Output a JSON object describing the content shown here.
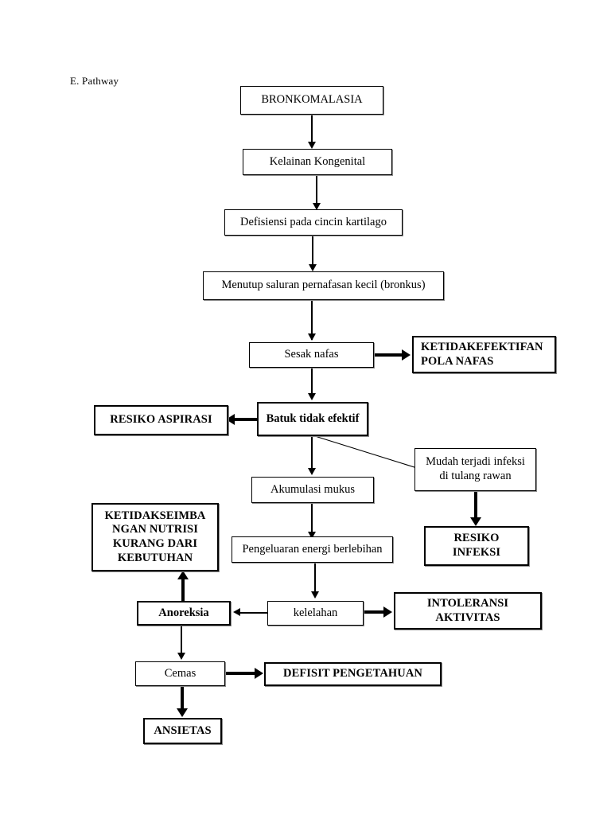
{
  "page": {
    "section_label": "E. Pathway"
  },
  "diagram": {
    "type": "flowchart",
    "title": "E. Pathway",
    "nodes": [
      {
        "id": "bronkomalasia",
        "label": "BRONKOMALASIA",
        "style": "process"
      },
      {
        "id": "kelainan",
        "label": "Kelainan Kongenital",
        "style": "process"
      },
      {
        "id": "defisiensi",
        "label": "Defisiensi pada cincin kartilago",
        "style": "process"
      },
      {
        "id": "menutup",
        "label": "Menutup saluran pernafasan kecil (bronkus)",
        "style": "process"
      },
      {
        "id": "sesak",
        "label": "Sesak nafas",
        "style": "process"
      },
      {
        "id": "ketidakefektifan",
        "label": "KETIDAKEFEKTIFAN\nPOLA NAFAS",
        "style": "diagnosis"
      },
      {
        "id": "batuk",
        "label": "Batuk tidak efektif",
        "style": "process"
      },
      {
        "id": "resiko-aspirasi",
        "label": "RESIKO ASPIRASI",
        "style": "diagnosis"
      },
      {
        "id": "mudah-infeksi",
        "label": "Mudah terjadi infeksi\ndi tulang rawan",
        "style": "process"
      },
      {
        "id": "akumulasi",
        "label": "Akumulasi mukus",
        "style": "process"
      },
      {
        "id": "resiko-infeksi",
        "label": "RESIKO\nINFEKSI",
        "style": "diagnosis"
      },
      {
        "id": "pengeluaran",
        "label": "Pengeluaran energi berlebihan",
        "style": "process"
      },
      {
        "id": "ketidakseimbangan",
        "label": "KETIDAKSEIMBA\nNGAN NUTRISI\nKURANG DARI\nKEBUTUHAN",
        "style": "diagnosis"
      },
      {
        "id": "anoreksia",
        "label": "Anoreksia",
        "style": "process"
      },
      {
        "id": "kelelahan",
        "label": "kelelahan",
        "style": "process"
      },
      {
        "id": "intoleransi",
        "label": "INTOLERANSI\nAKTIVITAS",
        "style": "diagnosis"
      },
      {
        "id": "cemas",
        "label": "Cemas",
        "style": "process"
      },
      {
        "id": "defisit",
        "label": "DEFISIT PENGETAHUAN",
        "style": "diagnosis"
      },
      {
        "id": "ansietas",
        "label": "ANSIETAS",
        "style": "diagnosis"
      }
    ],
    "edges": [
      {
        "from": "bronkomalasia",
        "to": "kelainan",
        "direction": "down",
        "weight": "thin"
      },
      {
        "from": "kelainan",
        "to": "defisiensi",
        "direction": "down",
        "weight": "thin"
      },
      {
        "from": "defisiensi",
        "to": "menutup",
        "direction": "down",
        "weight": "thin"
      },
      {
        "from": "menutup",
        "to": "sesak",
        "direction": "down",
        "weight": "thin"
      },
      {
        "from": "sesak",
        "to": "ketidakefektifan",
        "direction": "right",
        "weight": "bold"
      },
      {
        "from": "sesak",
        "to": "batuk",
        "direction": "down",
        "weight": "thin"
      },
      {
        "from": "batuk",
        "to": "resiko-aspirasi",
        "direction": "left",
        "weight": "bold"
      },
      {
        "from": "batuk",
        "to": "mudah-infeksi",
        "direction": "diagonal",
        "weight": "thin"
      },
      {
        "from": "batuk",
        "to": "akumulasi",
        "direction": "down",
        "weight": "thin"
      },
      {
        "from": "mudah-infeksi",
        "to": "resiko-infeksi",
        "direction": "down",
        "weight": "bold"
      },
      {
        "from": "akumulasi",
        "to": "pengeluaran",
        "direction": "down",
        "weight": "thin"
      },
      {
        "from": "pengeluaran",
        "to": "kelelahan",
        "direction": "down",
        "weight": "thin"
      },
      {
        "from": "kelelahan",
        "to": "anoreksia",
        "direction": "left",
        "weight": "thin"
      },
      {
        "from": "kelelahan",
        "to": "intoleransi",
        "direction": "right",
        "weight": "bold"
      },
      {
        "from": "anoreksia",
        "to": "ketidakseimbangan",
        "direction": "up",
        "weight": "bold"
      },
      {
        "from": "anoreksia",
        "to": "cemas",
        "direction": "down",
        "weight": "thin"
      },
      {
        "from": "cemas",
        "to": "defisit",
        "direction": "right",
        "weight": "bold"
      },
      {
        "from": "cemas",
        "to": "ansietas",
        "direction": "down",
        "weight": "bold"
      }
    ]
  }
}
